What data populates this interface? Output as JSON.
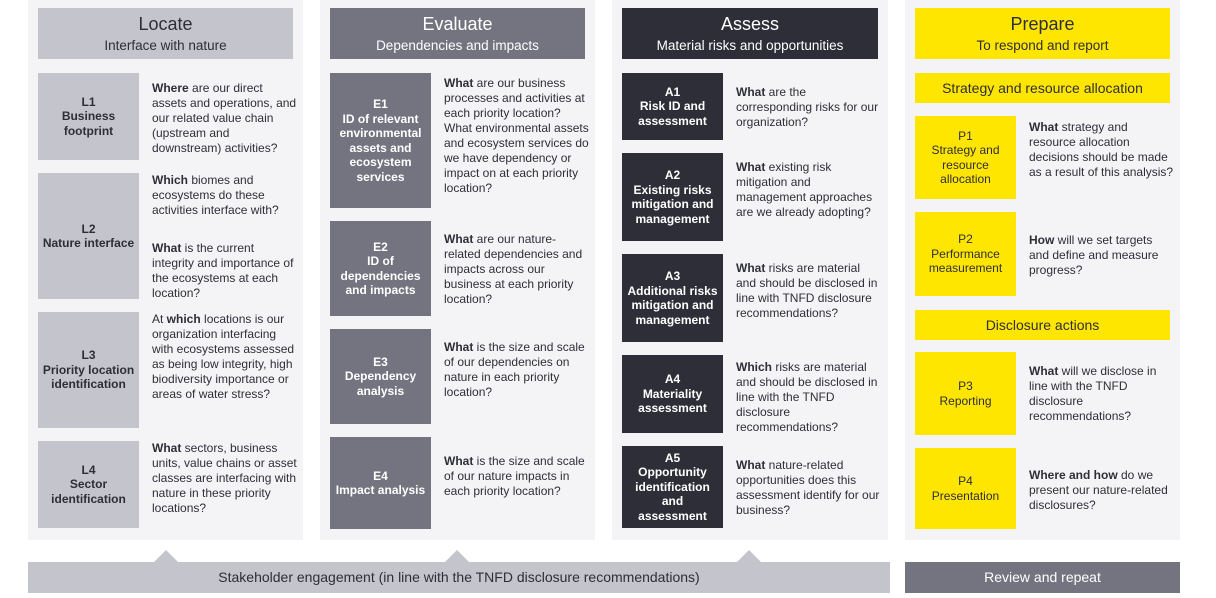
{
  "locate": {
    "title": "Locate",
    "subtitle": "Interface with nature",
    "items": [
      {
        "code": "L1",
        "label": "Business footprint",
        "q_bold": "Where",
        "q_rest": " are our direct assets and operations, and our related value chain (upstream and downstream) activities?"
      },
      {
        "code": "L2",
        "label": "Nature interface",
        "q_bold": "Which",
        "q_rest": " biomes and ecosystems do these activities interface with?",
        "q2_bold": "What",
        "q2_rest": " is the current integrity and importance of the ecosystems at each location?"
      },
      {
        "code": "L3",
        "label": "Priority location identification",
        "q_pre": "At ",
        "q_bold": "which",
        "q_rest": " locations is our organization interfacing with ecosystems assessed as being low integrity, high biodiversity importance or areas of water stress?"
      },
      {
        "code": "L4",
        "label": "Sector identification",
        "q_bold": "What",
        "q_rest": " sectors, business units, value chains or asset classes are interfacing with nature in these priority locations?"
      }
    ]
  },
  "evaluate": {
    "title": "Evaluate",
    "subtitle": "Dependencies and impacts",
    "items": [
      {
        "code": "E1",
        "label": "ID of relevant environmental assets and ecosystem services",
        "q_bold": "What",
        "q_rest": " are our business processes and activities at each priority location? What environmental assets and ecosystem services do we have dependency or impact on at each priority location?"
      },
      {
        "code": "E2",
        "label": "ID of dependencies and impacts",
        "q_bold": "What",
        "q_rest": " are our nature-related dependencies and impacts across our business at each priority location?"
      },
      {
        "code": "E3",
        "label": "Dependency analysis",
        "q_bold": "What",
        "q_rest": " is the size and scale of our dependencies on nature in each priority location?"
      },
      {
        "code": "E4",
        "label": "Impact analysis",
        "q_bold": "What",
        "q_rest": " is the size and scale of our nature impacts in each priority location?"
      }
    ]
  },
  "assess": {
    "title": "Assess",
    "subtitle": "Material risks and opportunities",
    "items": [
      {
        "code": "A1",
        "label": "Risk ID and assessment",
        "q_bold": "What",
        "q_rest": " are the corresponding risks for our organization?"
      },
      {
        "code": "A2",
        "label": "Existing risks mitigation and management",
        "q_bold": "What",
        "q_rest": " existing risk mitigation and management approaches are we already adopting?"
      },
      {
        "code": "A3",
        "label": "Additional risks mitigation and management",
        "q_bold": "What",
        "q_rest": " risks are material and should be disclosed in line with TNFD disclosure recommendations?"
      },
      {
        "code": "A4",
        "label": "Materiality assessment",
        "q_bold": "Which",
        "q_rest": " risks are material and should be disclosed in line with the TNFD disclosure recommendations?"
      },
      {
        "code": "A5",
        "label": "Opportunity identification and assessment",
        "q_bold": "What",
        "q_rest": " nature-related opportunities does this assessment identify for our business?"
      }
    ]
  },
  "prepare": {
    "title": "Prepare",
    "subtitle": "To respond and report",
    "section1": "Strategy and resource allocation",
    "section2": "Disclosure actions",
    "items": [
      {
        "code": "P1",
        "label": "Strategy and resource allocation",
        "q_bold": "What",
        "q_rest": " strategy and resource allocation decisions should be made as a result of this analysis?"
      },
      {
        "code": "P2",
        "label": "Performance measurement",
        "q_bold": "How",
        "q_rest": " will we set targets and define and measure progress?"
      },
      {
        "code": "P3",
        "label": "Reporting",
        "q_bold": "What",
        "q_rest": " will we disclose in line with the TNFD disclosure recommendations?"
      },
      {
        "code": "P4",
        "label": "Presentation",
        "q_bold": "Where and how",
        "q_rest": " do we present our nature-related disclosures?"
      }
    ]
  },
  "footer": {
    "stakeholder": "Stakeholder engagement (in line with the TNFD disclosure recommendations)",
    "review": "Review and repeat"
  },
  "colors": {
    "light_grey": "#c4c4cd",
    "mid_grey": "#747480",
    "dark": "#2e2e38",
    "yellow": "#ffe600",
    "panel": "#f4f4f6"
  }
}
